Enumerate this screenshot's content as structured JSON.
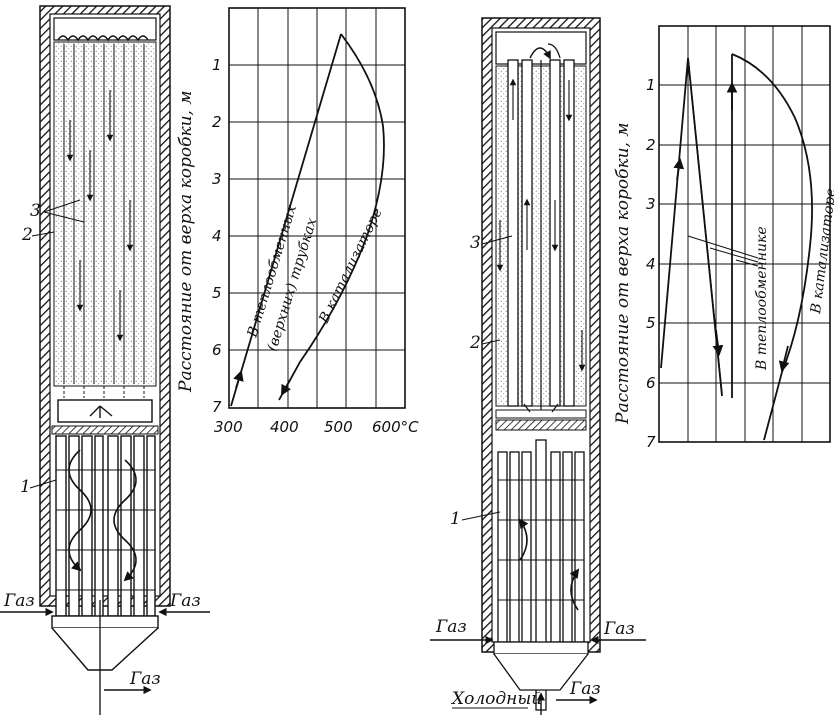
{
  "left": {
    "callouts": [
      {
        "key": "3",
        "text": "3"
      },
      {
        "key": "2",
        "text": "2"
      },
      {
        "key": "1",
        "text": "1"
      }
    ],
    "gas_labels": {
      "left": "Газ",
      "right": "Газ",
      "bottom": "Газ"
    },
    "plot": {
      "ylabel": "Расстояние от верха коробки, м",
      "x_ticks": [
        "300",
        "400",
        "500",
        "600°С"
      ],
      "y_ticks": [
        "1",
        "2",
        "3",
        "4",
        "5",
        "6",
        "7"
      ],
      "curve_labels": {
        "tubes_a": "В теплообменных",
        "tubes_b": "(верхних) трубках",
        "catalyst": "В катализаторе"
      }
    }
  },
  "right": {
    "callouts": [
      {
        "key": "3",
        "text": "3"
      },
      {
        "key": "2",
        "text": "2"
      },
      {
        "key": "1",
        "text": "1"
      }
    ],
    "gas_labels": {
      "left": "Газ",
      "right": "Газ",
      "bottom": "Газ",
      "cold": "Холодный"
    },
    "plot": {
      "ylabel": "Расстояние от верха коробки, м",
      "y_ticks": [
        "1",
        "2",
        "3",
        "4",
        "5",
        "6",
        "7"
      ],
      "curve_labels": {
        "exchanger": "В теплообменнике",
        "catalyst": "В катализаторе"
      }
    }
  }
}
